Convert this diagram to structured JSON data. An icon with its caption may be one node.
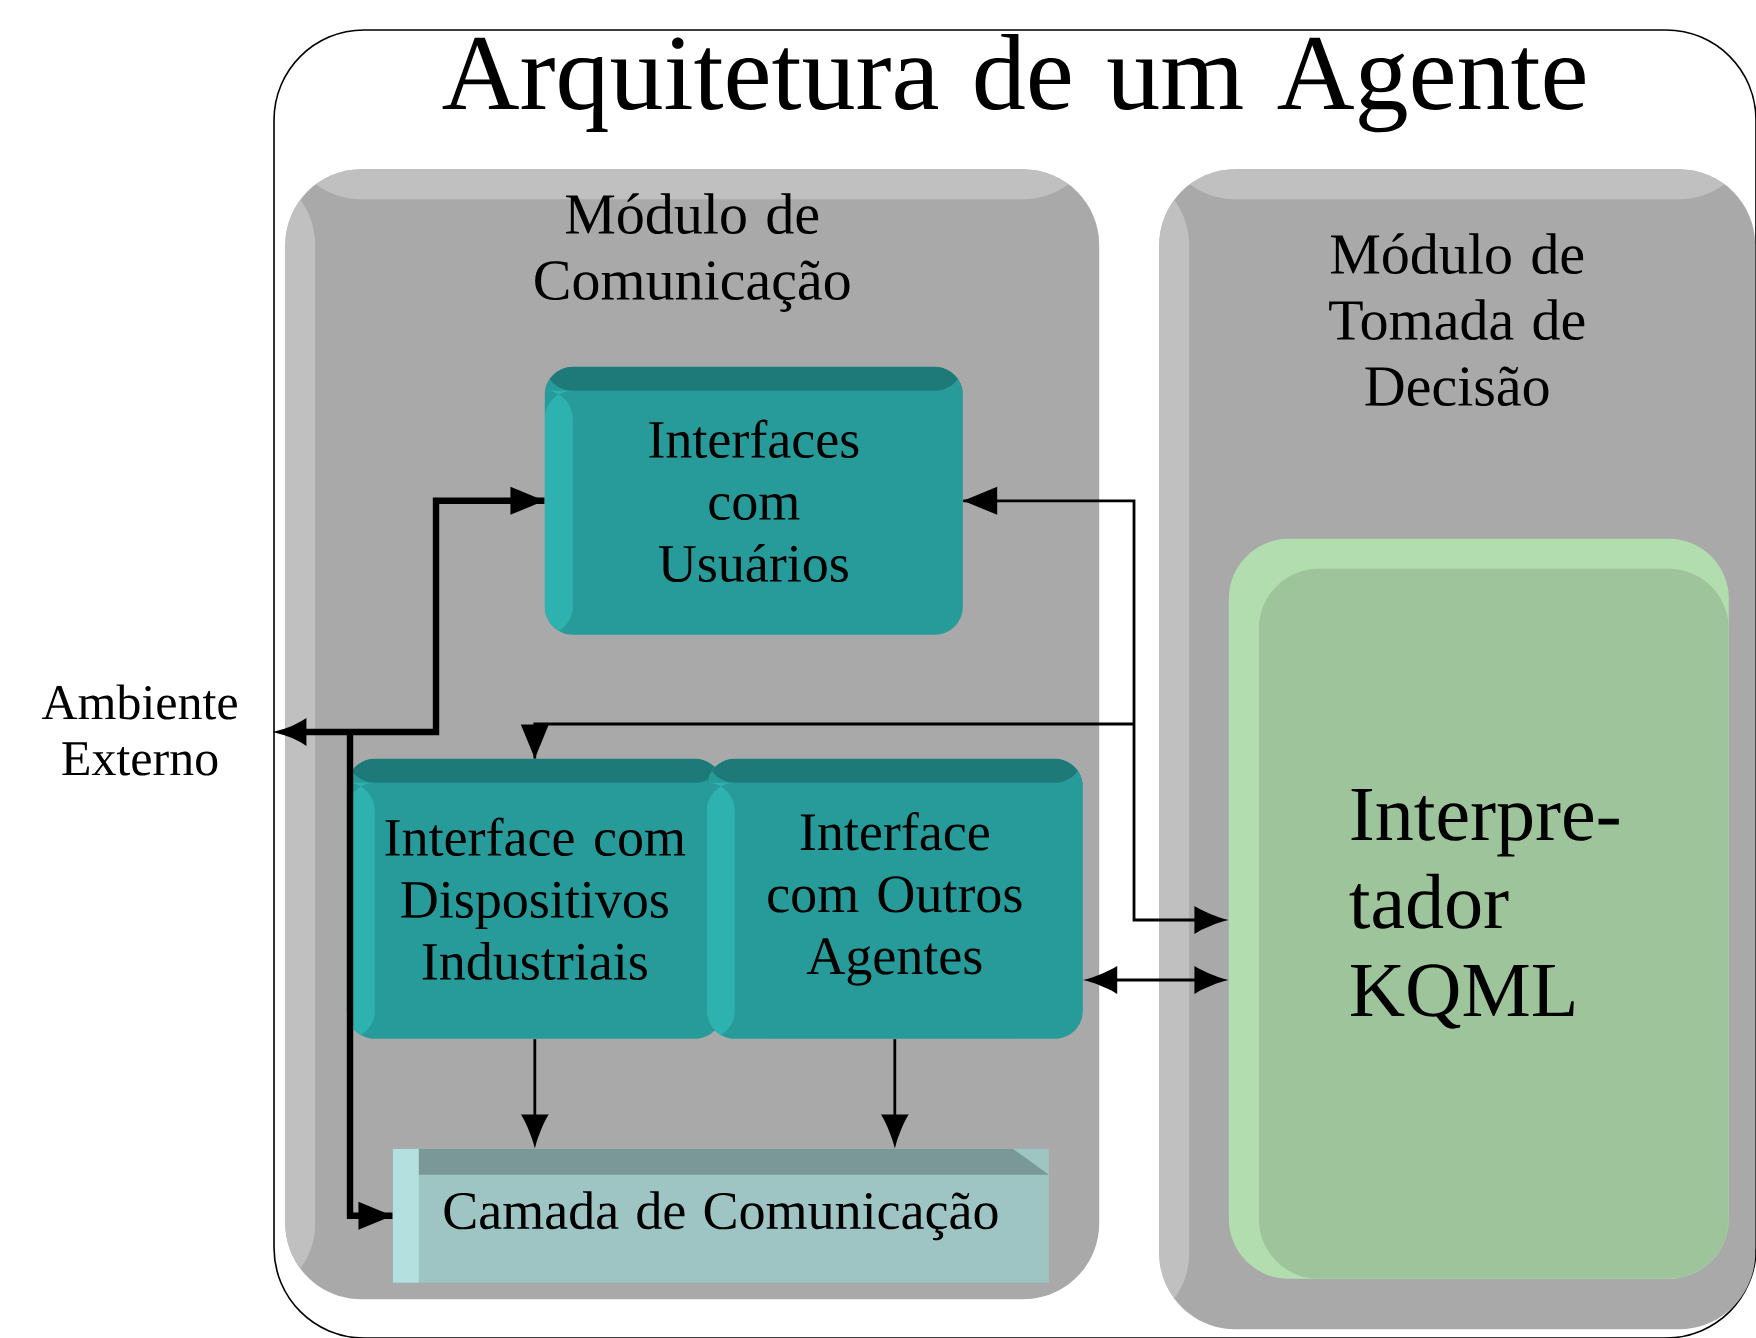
{
  "diagram": {
    "nodes": [
      {
        "text": [
          "Arquitetura de um Agente"
        ]
      },
      {
        "text": [
          "Módulo de Comunicação"
        ],
        "in": 0
      },
      {
        "text": [
          "Módulo de Tomada de Decisão"
        ],
        "in": 0
      },
      {
        "text": [
          "Interfaces com Usuários"
        ],
        "in": 1
      },
      {
        "text": [
          "Interface com Dispositivos Industriais"
        ],
        "in": 1
      },
      {
        "text": [
          "Interface com Outros Agentes"
        ],
        "in": 1
      },
      {
        "text": [
          "Camada de Comunicação"
        ],
        "in": 1
      },
      {
        "text": [
          "Interpre- tador KQML"
        ],
        "in": 2
      },
      {
        "text": [
          "Ambiente Externo"
        ]
      }
    ],
    "edges": [
      {
        "from": 3,
        "to": 8,
        "arrow": "both",
        "style": "thick"
      },
      {
        "from": 8,
        "to": 6,
        "arrow": "both",
        "style": "thick"
      },
      {
        "from": 3,
        "to": 7,
        "arrow": "both"
      },
      {
        "from": 7,
        "to": 4,
        "arrow": "both"
      },
      {
        "from": 5,
        "to": 7,
        "arrow": "both"
      },
      {
        "from": 4,
        "to": 6,
        "arrow": "to"
      },
      {
        "from": 5,
        "to": 6,
        "arrow": "to"
      }
    ]
  }
}
